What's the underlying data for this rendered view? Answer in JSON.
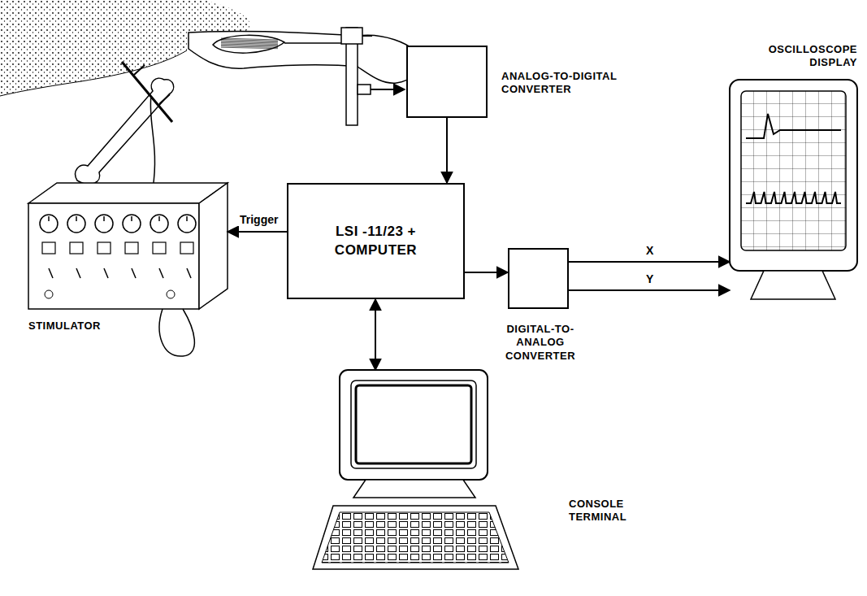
{
  "diagram": {
    "nodes": [
      {
        "text": [
          "ANALOG-TO-DIGITAL CONVERTER"
        ]
      },
      {
        "text": [
          "STIMULATOR"
        ]
      },
      {
        "text": [
          "LSI -11/23 + COMPUTER"
        ]
      },
      {
        "text": [
          "DIGITAL-TO-ANALOG CONVERTER"
        ]
      },
      {
        "text": [
          "OSCILLOSCOPE DISPLAY"
        ]
      },
      {
        "text": [
          "CONSOLE TERMINAL"
        ]
      }
    ],
    "edges": [
      {
        "from": 0,
        "to": 2,
        "arrow": "to"
      },
      {
        "from": 2,
        "to": 1,
        "label": "Trigger",
        "arrow": "to"
      },
      {
        "from": 2,
        "to": 3,
        "arrow": "to"
      },
      {
        "from": 3,
        "to": 4,
        "label": "X",
        "arrow": "to"
      },
      {
        "from": 3,
        "to": 4,
        "label": "Y",
        "arrow": "to"
      },
      {
        "from": 2,
        "to": 5,
        "arrow": "both"
      }
    ]
  }
}
